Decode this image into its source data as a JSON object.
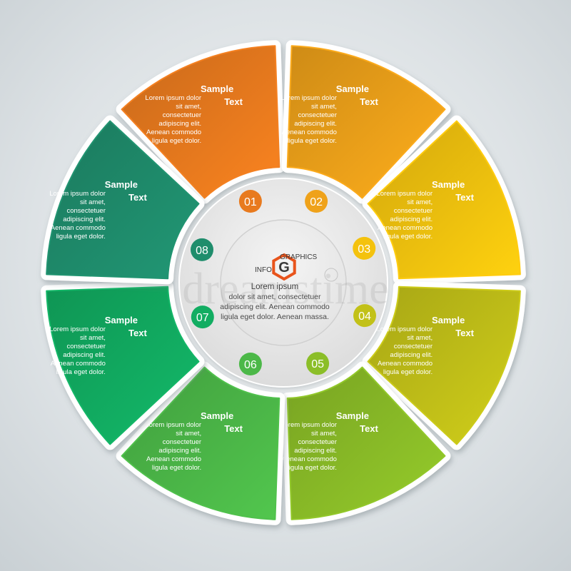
{
  "segments": [
    {
      "id": "01",
      "title_line1": "Sample",
      "title_line2": "Text",
      "body": [
        "Lorem ipsum dolor",
        "sit amet,",
        "consectetuer",
        "adipiscing elit.",
        "Aenean commodo",
        "ligula eget dolor."
      ],
      "color": "#e87a1e"
    },
    {
      "id": "02",
      "title_line1": "Sample",
      "title_line2": "Text",
      "body": [
        "Lorem ipsum dolor",
        "sit amet,",
        "consectetuer",
        "adipiscing elit.",
        "Aenean commodo",
        "ligula eget dolor."
      ],
      "color": "#efa21a"
    },
    {
      "id": "03",
      "title_line1": "Sample",
      "title_line2": "Text",
      "body": [
        "Lorem ipsum dolor",
        "sit amet,",
        "consectetuer",
        "adipiscing elit.",
        "Aenean commodo",
        "ligula eget dolor."
      ],
      "color": "#f4c20e"
    },
    {
      "id": "04",
      "title_line1": "Sample",
      "title_line2": "Text",
      "body": [
        "Lorem ipsum dolor",
        "sit amet,",
        "consectetuer",
        "adipiscing elit.",
        "Aenean commodo",
        "ligula eget dolor."
      ],
      "color": "#c2c118"
    },
    {
      "id": "05",
      "title_line1": "Sample",
      "title_line2": "Text",
      "body": [
        "Lorem ipsum dolor",
        "sit amet,",
        "consectetuer",
        "adipiscing elit.",
        "Aenean commodo",
        "ligula eget dolor."
      ],
      "color": "#8bbe28"
    },
    {
      "id": "06",
      "title_line1": "Sample",
      "title_line2": "Text",
      "body": [
        "Lorem ipsum dolor",
        "sit amet,",
        "consectetuer",
        "adipiscing elit.",
        "Aenean commodo",
        "ligula eget dolor."
      ],
      "color": "#4cb848"
    },
    {
      "id": "07",
      "title_line1": "Sample",
      "title_line2": "Text",
      "body": [
        "Lorem ipsum dolor",
        "sit amet,",
        "consectetuer",
        "adipiscing elit.",
        "Aenean commodo",
        "ligula eget dolor."
      ],
      "color": "#12ad62"
    },
    {
      "id": "08",
      "title_line1": "Sample",
      "title_line2": "Text",
      "body": [
        "Lorem ipsum dolor",
        "sit amet,",
        "consectetuer",
        "adipiscing elit.",
        "Aenean commodo",
        "ligula eget dolor."
      ],
      "color": "#1f8d6c"
    }
  ],
  "center": {
    "logo_info": "INFO",
    "logo_graphics": "GRAPHICS",
    "logo_letter": "G",
    "logo_color": "#e8541c",
    "title": "Lorem ipsum",
    "lines": [
      "dolor sit amet, consectetuer",
      "adipiscing elit. Aenean commodo",
      "ligula eget dolor. Aenean massa."
    ]
  },
  "watermark": "dreamstime"
}
